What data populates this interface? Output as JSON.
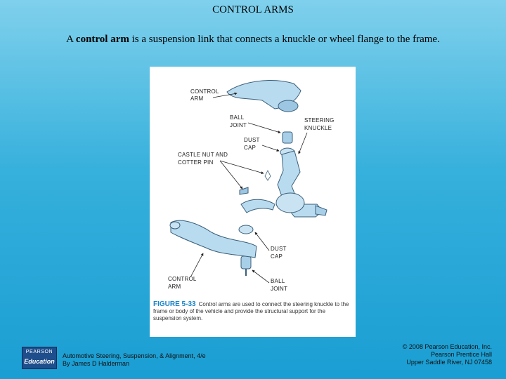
{
  "slide": {
    "title": "CONTROL ARMS",
    "body_prefix": "A ",
    "body_bold": "control arm",
    "body_suffix": " is a suspension link that connects a knuckle or wheel flange to the frame."
  },
  "figure": {
    "labels": {
      "control_arm_upper_1": "CONTROL",
      "control_arm_upper_2": "ARM",
      "ball_joint_upper_1": "BALL",
      "ball_joint_upper_2": "JOINT",
      "steering_knuckle_1": "STEERING",
      "steering_knuckle_2": "KNUCKLE",
      "dust_cap_upper_1": "DUST",
      "dust_cap_upper_2": "CAP",
      "castle_nut_1": "CASTLE NUT AND",
      "castle_nut_2": "COTTER PIN",
      "dust_cap_lower_1": "DUST",
      "dust_cap_lower_2": "CAP",
      "control_arm_lower_1": "CONTROL",
      "control_arm_lower_2": "ARM",
      "ball_joint_lower_1": "BALL",
      "ball_joint_lower_2": "JOINT"
    },
    "caption_number": "FIGURE 5-33",
    "caption_text": "Control arms are used to connect the steering knuckle to the frame or body of the vehicle and provide the structural support for the suspension system.",
    "accent_color": "#1a84c8",
    "part_color": "#b9dbef"
  },
  "footer": {
    "logo_line1": "PEARSON",
    "logo_line2": "Education",
    "book_title": "Automotive Steering, Suspension, & Alignment, 4/e",
    "author": "By James D Halderman",
    "copyright": "© 2008 Pearson Education, Inc.",
    "publisher": "Pearson Prentice Hall",
    "address": "Upper Saddle River, NJ 07458"
  }
}
